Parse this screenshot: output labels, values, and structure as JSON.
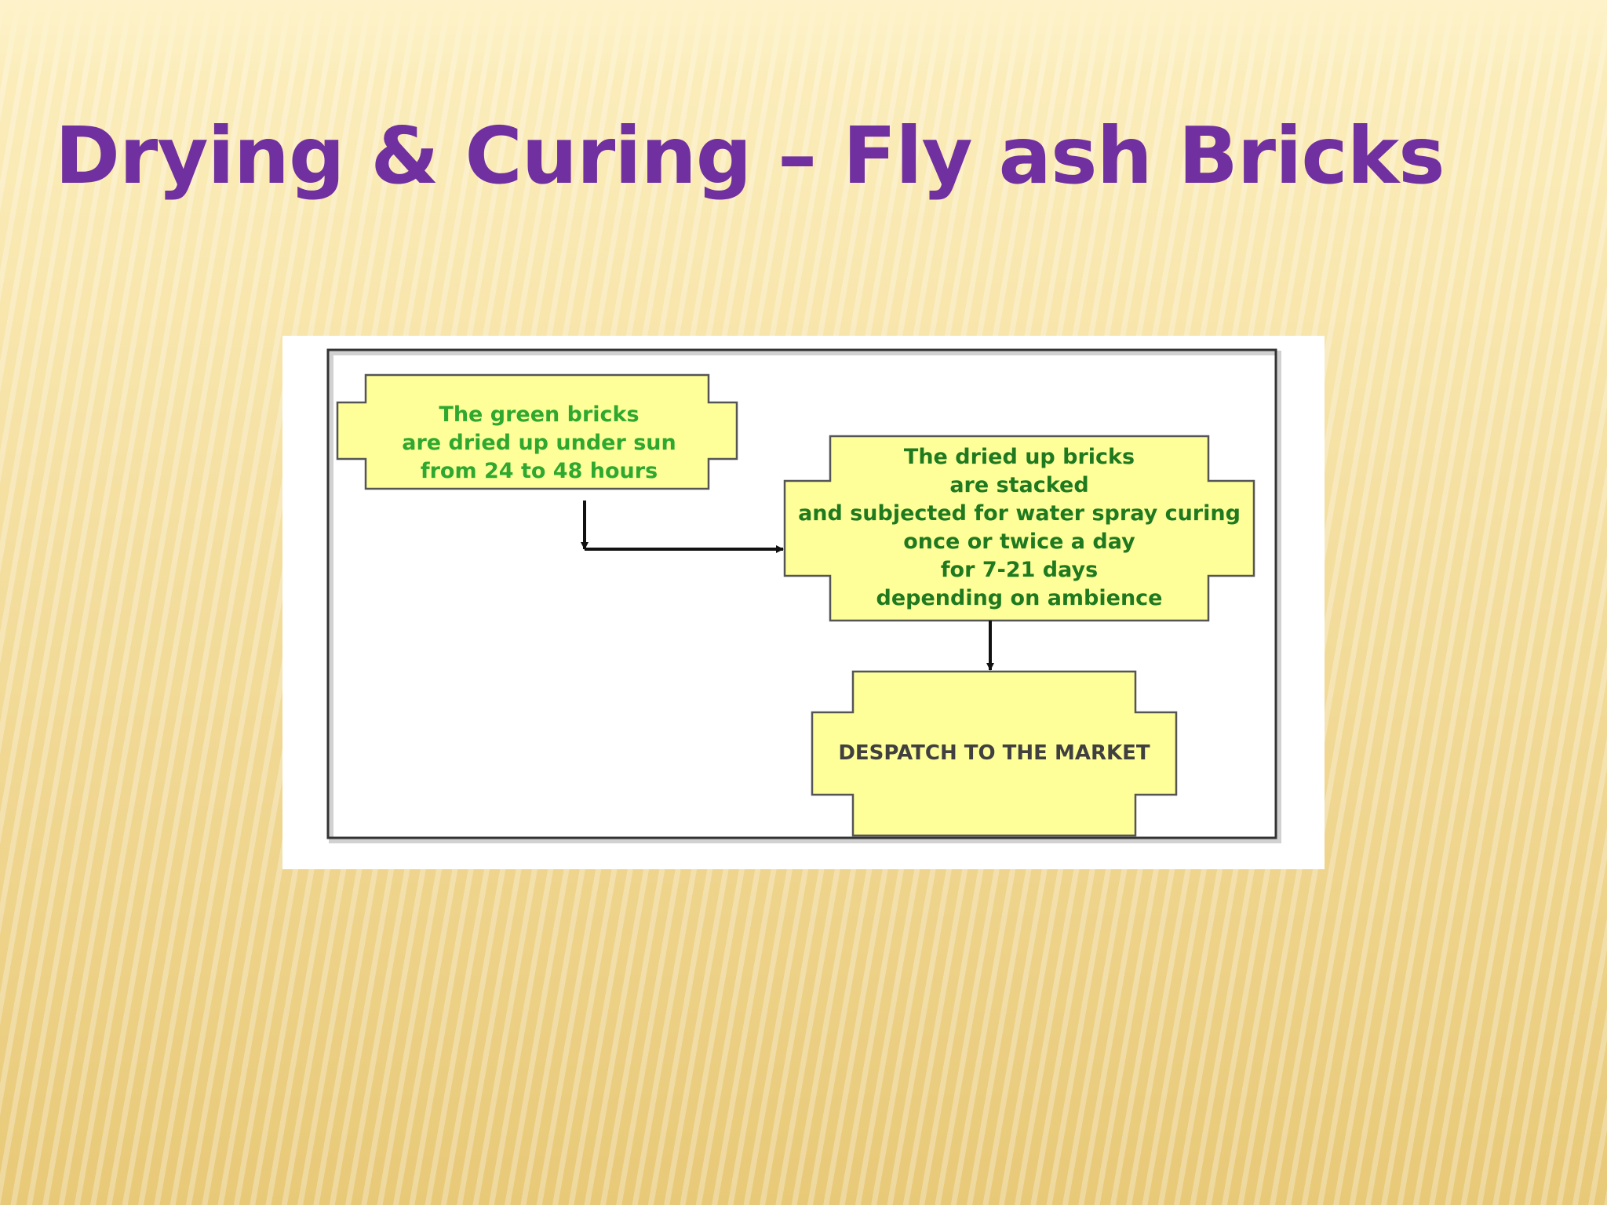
{
  "slide": {
    "title": "Drying & Curing – Fly ash Bricks",
    "colors": {
      "title": "#7030a0",
      "node_fill": "#ffff99",
      "node_stroke": "#555555",
      "node_text_green": "#2ea82e",
      "node_text_dark_green": "#1f7a1f",
      "node_text_gray": "#404040",
      "arrow": "#111111"
    }
  },
  "diagram": {
    "nodes": [
      {
        "id": "node-1",
        "lines": [
          "The green bricks",
          "are dried up under sun",
          "from 24 to 48 hours"
        ]
      },
      {
        "id": "node-2",
        "lines": [
          "The dried up bricks",
          "are stacked",
          "and subjected for water spray curing",
          "once or twice a day",
          "for 7-21 days",
          "depending on ambience"
        ]
      },
      {
        "id": "node-3",
        "lines": [
          "DESPATCH TO THE MARKET"
        ]
      }
    ],
    "edges": [
      {
        "from": "node-1",
        "to": "node-2"
      },
      {
        "from": "node-2",
        "to": "node-3"
      }
    ]
  }
}
